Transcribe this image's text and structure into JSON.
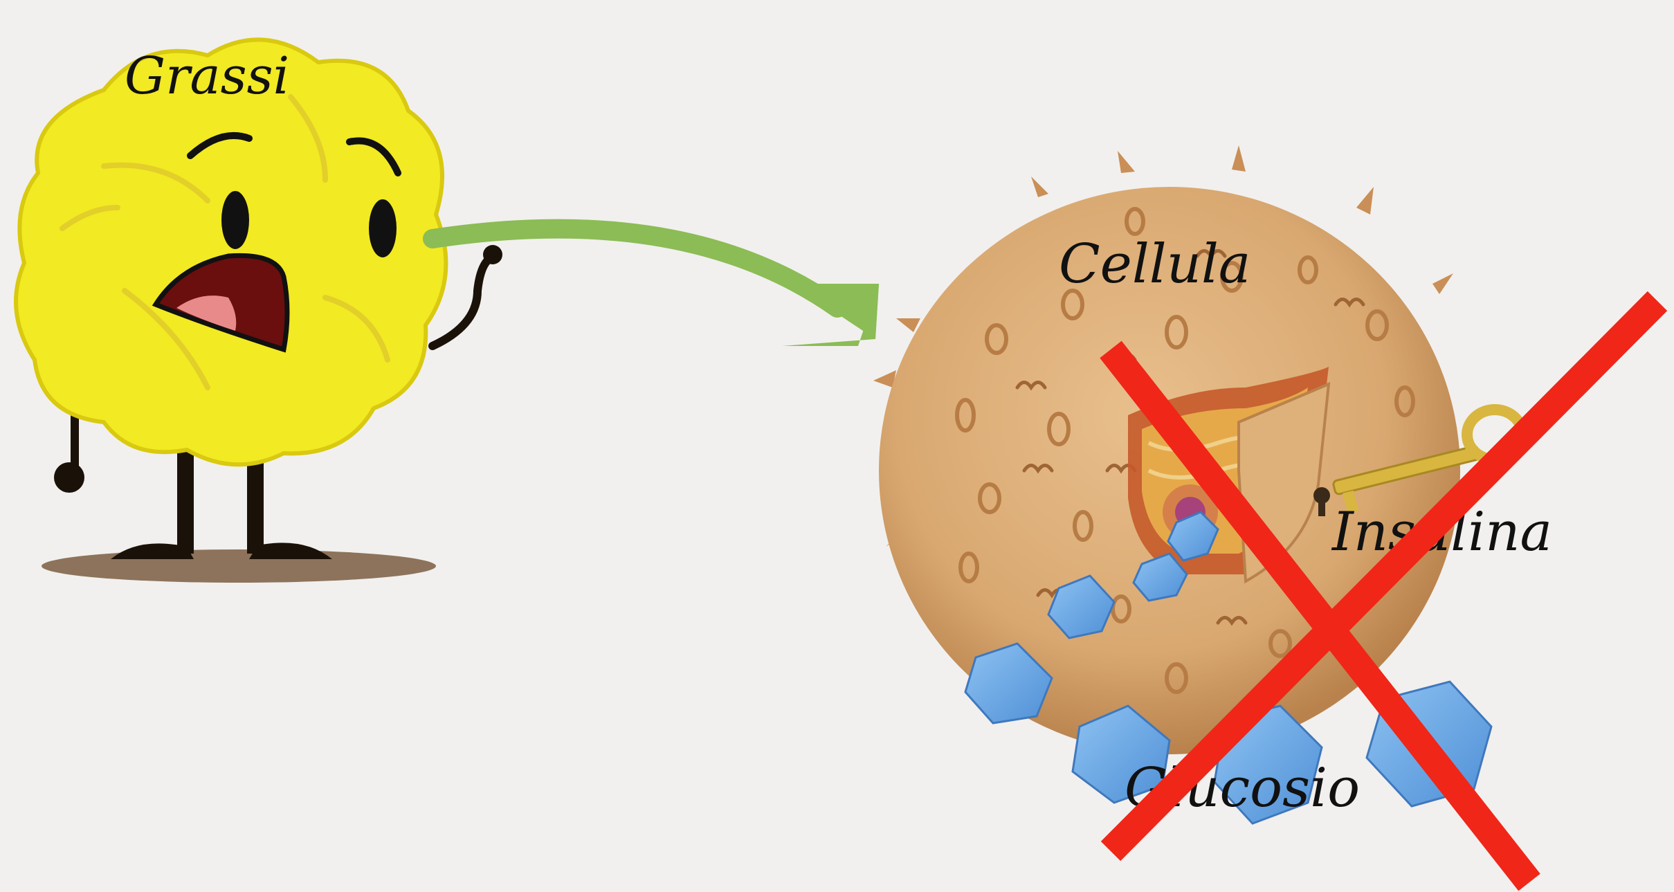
{
  "labels": {
    "fat": "Grassi",
    "cell": "Cellula",
    "insulin": "Insulina",
    "glucose": "Glucosio"
  },
  "colors": {
    "background": "#f1f0ee",
    "fat_body": "#f2ea22",
    "fat_outline": "#d9c910",
    "arrow": "#8cbc55",
    "cell_body": "#d9a871",
    "cell_dark": "#b9824c",
    "glucose": "#6aa8e6",
    "key": "#d8b640",
    "cross": "#f02618"
  },
  "icons": {
    "fat": "fat-blob-character-icon",
    "cell": "cell-icon",
    "key": "insulin-key-icon",
    "glucose": "glucose-hexagon-icon",
    "cross": "red-x-icon"
  }
}
